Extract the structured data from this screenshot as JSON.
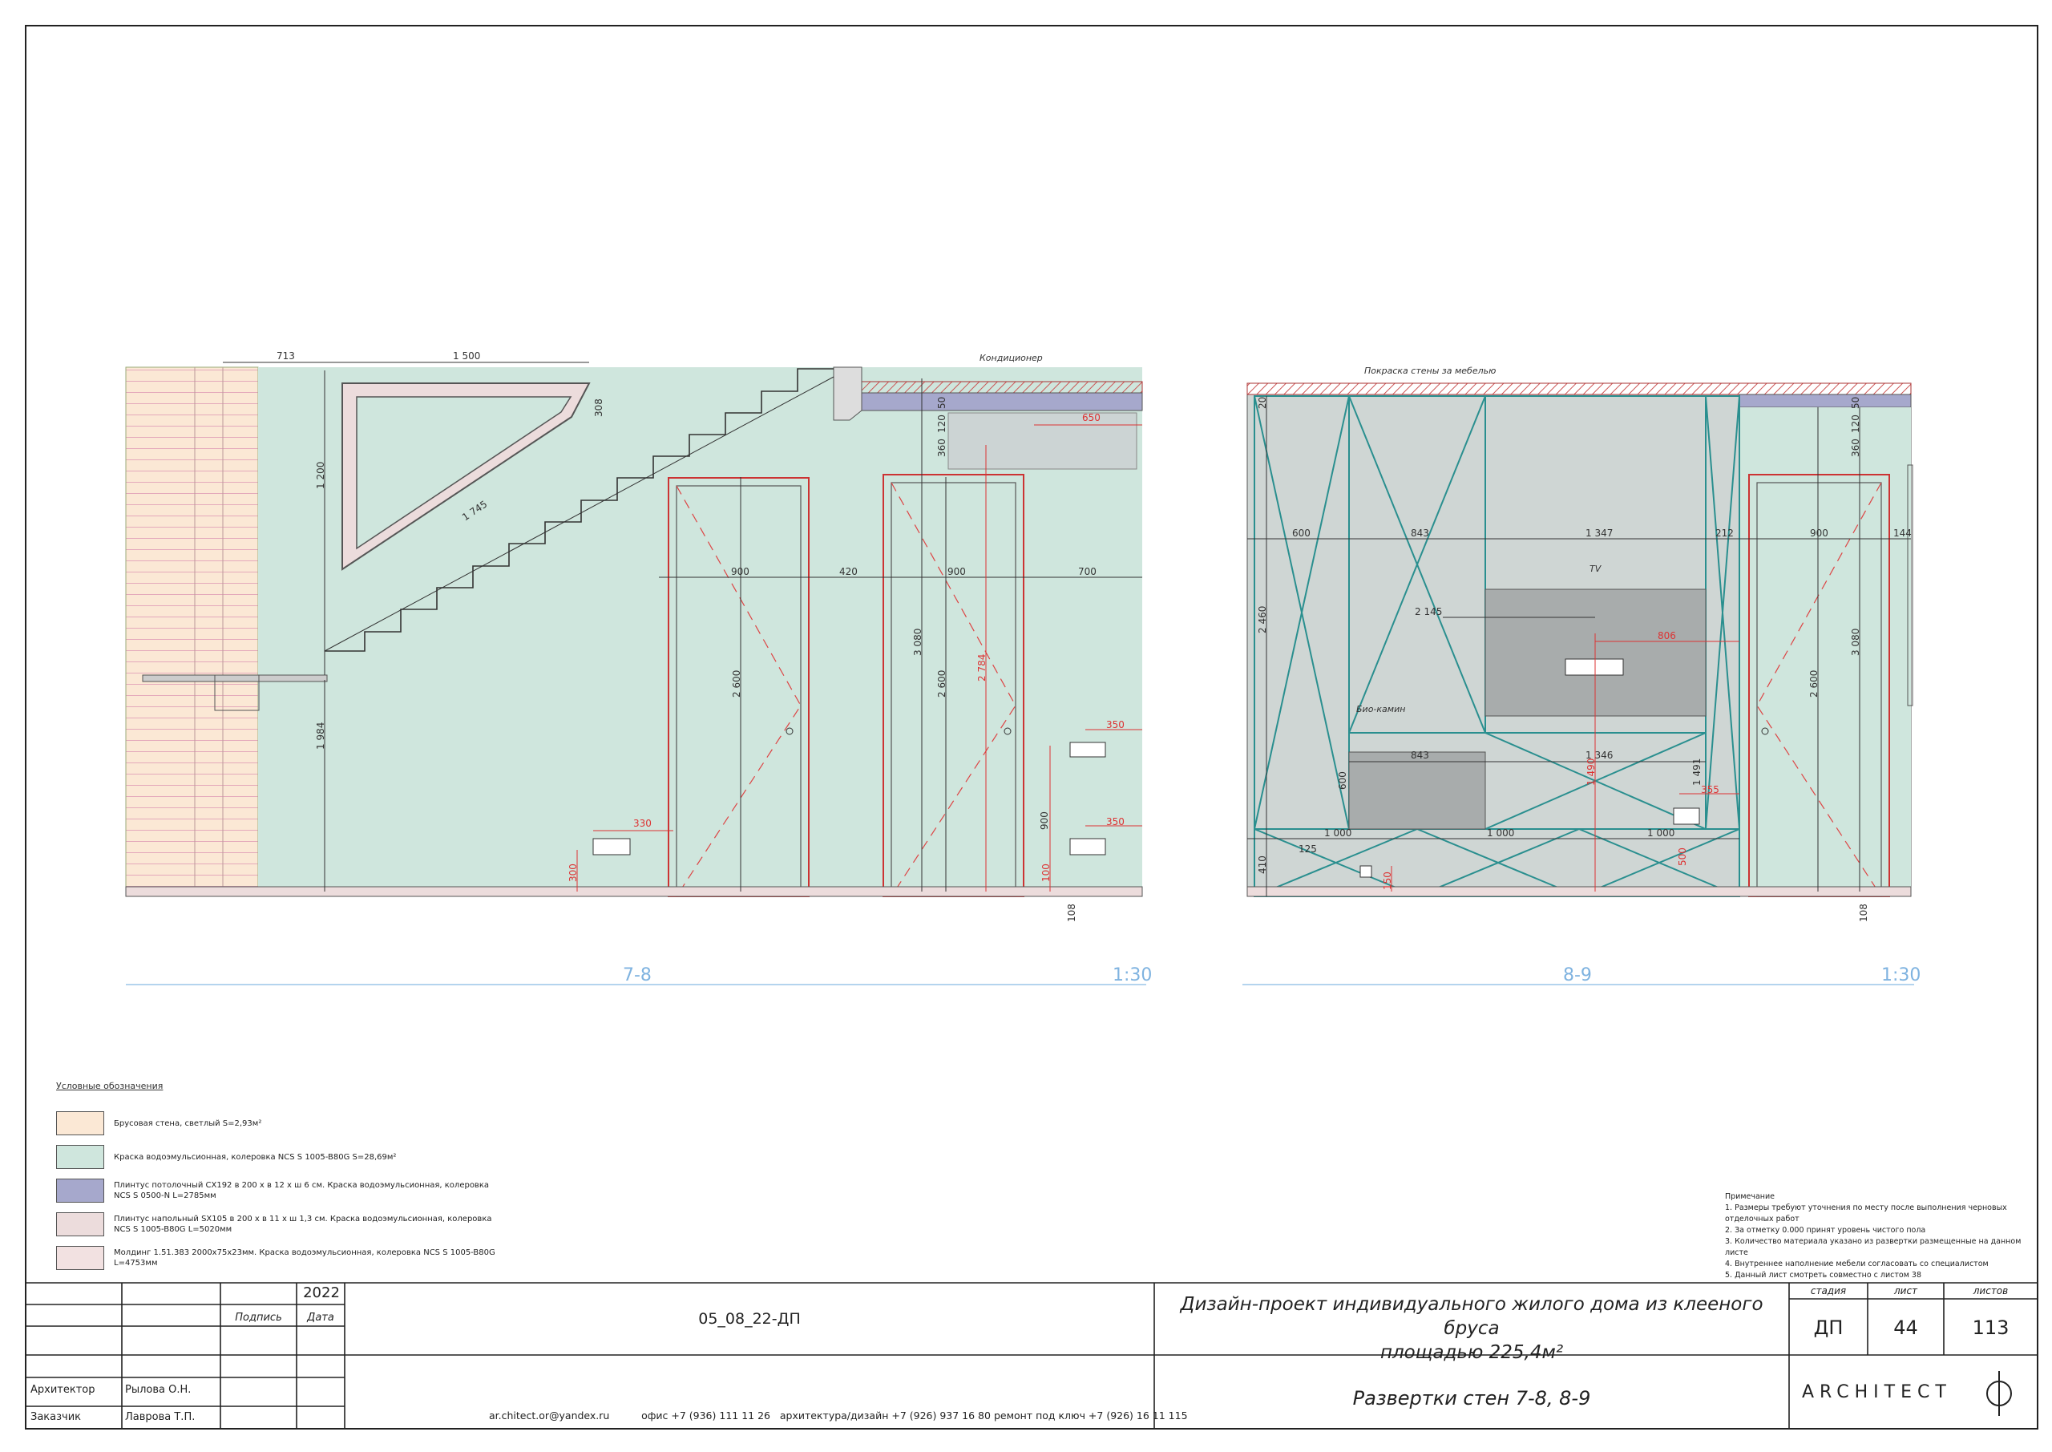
{
  "elevations": [
    {
      "name": "7-8",
      "scale": "1:30",
      "callouts": [
        "Кондиционер"
      ],
      "dims_black": [
        "713",
        "1 500",
        "308",
        "1 745",
        "1 200",
        "1 984",
        "900",
        "420",
        "900",
        "700",
        "2 600",
        "2 600",
        "3 080",
        "120",
        "360",
        "50",
        "900",
        "108"
      ],
      "dims_red": [
        "650",
        "330",
        "300",
        "2 784",
        "350",
        "350",
        "100"
      ]
    },
    {
      "name": "8-9",
      "scale": "1:30",
      "callouts": [
        "Покраска стены за мебелью",
        "TV",
        "Био-камин"
      ],
      "dims_black": [
        "20",
        "600",
        "843",
        "1 347",
        "212",
        "900",
        "144",
        "2 460",
        "2 145",
        "843",
        "1 346",
        "600",
        "1 000",
        "1 000",
        "1 000",
        "410",
        "125",
        "1 491",
        "3 080",
        "2 600",
        "120",
        "360",
        "50",
        "108"
      ],
      "dims_red": [
        "806",
        "1 490",
        "355",
        "500",
        "150"
      ]
    }
  ],
  "legend": {
    "title": "Условные обозначения",
    "items": [
      {
        "text": "Брусовая стена, светлый S=2,93м²",
        "color": "#fbe8d5"
      },
      {
        "text": "Краска водоэмульсионная, колеровка NCS S 1005-B80G  S=28,69м²",
        "color": "#cfe6dd"
      },
      {
        "text": "Плинтус потолочный CX192 в 200 х в 12 х ш 6 см. Краска водоэмульсионная, колеровка NCS S 0500-N  L=2785мм",
        "color": "#a6a8cc"
      },
      {
        "text": "Плинтус напольный SX105 в 200 х в 11 х ш 1,3 см. Краска водоэмульсионная, колеровка NCS S 1005-B80G  L=5020мм",
        "color": "#ecdcdc"
      },
      {
        "text": "Молдинг 1.51.383 2000х75х23мм. Краска водоэмульсионная, колеровка NCS S 1005-B80G  L=4753мм",
        "color": "#f2e1e1"
      }
    ]
  },
  "notes": {
    "title": "Примечание",
    "lines": [
      "1. Размеры требуют уточнения по месту после выполнения черновых отделочных работ",
      "2. За отметку 0.000 принят уровень чистого пола",
      "3. Количество материала указано из развертки размещенные на данном листе",
      "4. Внутреннее наполнение мебели согласовать со специалистом",
      "5. Данный лист смотреть совместно с листом 38"
    ]
  },
  "title_block": {
    "year": "2022",
    "signature_label": "Подпись",
    "date_label": "Дата",
    "project_code": "05_08_22-ДП",
    "project_title_line1": "Дизайн-проект индивидуального жилого дома из клееного бруса",
    "project_title_line2": "площадью 225,4м²",
    "sheet_title": "Развертки стен 7-8, 8-9",
    "stage_label": "стадия",
    "sheet_label": "лист",
    "sheets_label": "листов",
    "stage": "ДП",
    "sheet": "44",
    "sheets": "113",
    "architect_role": "Архитектор",
    "architect_name": "Рылова О.Н.",
    "client_role": "Заказчик",
    "client_name": "Лаврова Т.П.",
    "contacts": "ar.chitect.or@yandex.ru          офис +7 (936) 111 11 26   архитектура/дизайн +7 (926) 937 16 80 ремонт под ключ +7 (926) 16 11 115",
    "logo_text": "ARCHITECT"
  }
}
